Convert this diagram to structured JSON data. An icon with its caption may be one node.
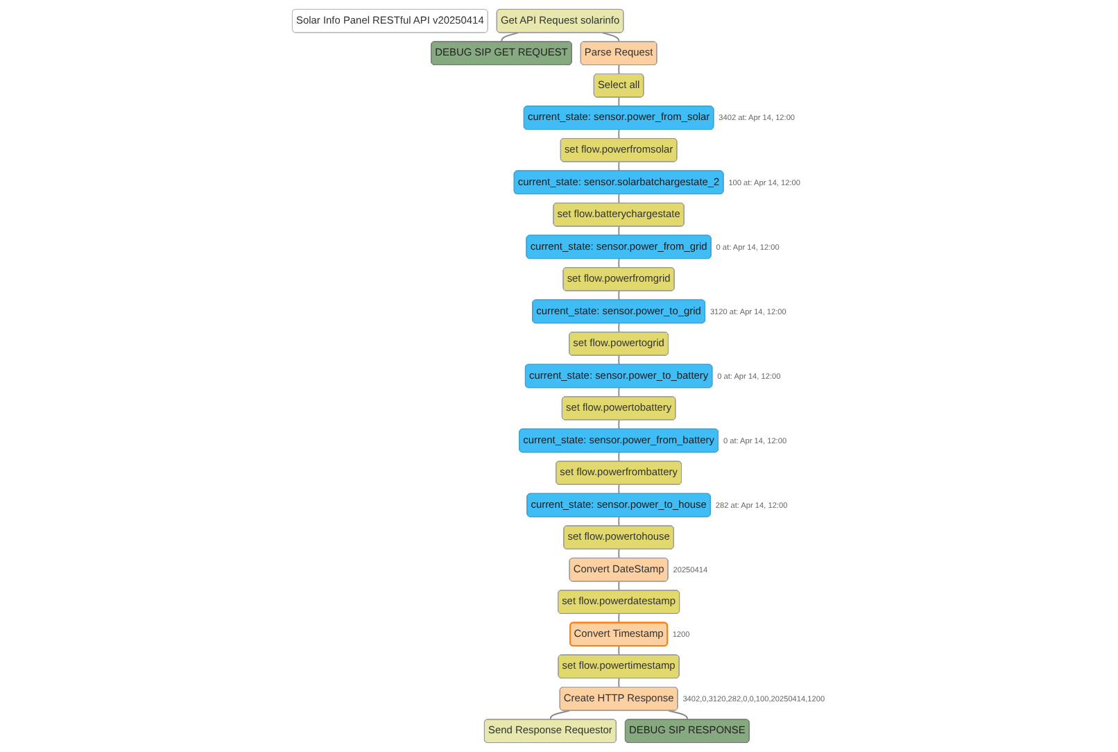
{
  "diagram": {
    "nodes": [
      {
        "text": [
          "Solar Info Panel RESTful API v20250414"
        ]
      },
      {
        "text": [
          "Get API Request solarinfo"
        ]
      },
      {
        "text": [
          "DEBUG SIP GET REQUEST"
        ]
      },
      {
        "text": [
          "Parse Request"
        ]
      },
      {
        "text": [
          "Select all"
        ]
      },
      {
        "text": [
          "current_state: sensor.power_from_solar"
        ],
        "beside": [
          "3402 at: Apr 14, 12:00"
        ]
      },
      {
        "text": [
          "set flow.powerfromsolar"
        ]
      },
      {
        "text": [
          "current_state: sensor.solarbatchargestate_2"
        ],
        "beside": [
          "100 at: Apr 14, 12:00"
        ]
      },
      {
        "text": [
          "set flow.batterychargestate"
        ]
      },
      {
        "text": [
          "current_state: sensor.power_from_grid"
        ],
        "beside": [
          "0 at: Apr 14, 12:00"
        ]
      },
      {
        "text": [
          "set flow.powerfromgrid"
        ]
      },
      {
        "text": [
          "current_state: sensor.power_to_grid"
        ],
        "beside": [
          "3120 at: Apr 14, 12:00"
        ]
      },
      {
        "text": [
          "set flow.powertogrid"
        ]
      },
      {
        "text": [
          "current_state: sensor.power_to_battery"
        ],
        "beside": [
          "0 at: Apr 14, 12:00"
        ]
      },
      {
        "text": [
          "set flow.powertobattery"
        ]
      },
      {
        "text": [
          "current_state: sensor.power_from_battery"
        ],
        "beside": [
          "0 at: Apr 14, 12:00"
        ]
      },
      {
        "text": [
          "set flow.powerfrombattery"
        ]
      },
      {
        "text": [
          "current_state: sensor.power_to_house"
        ],
        "beside": [
          "282 at: Apr 14, 12:00"
        ]
      },
      {
        "text": [
          "set flow.powertohouse"
        ]
      },
      {
        "text": [
          "Convert DateStamp"
        ],
        "beside": [
          "20250414"
        ]
      },
      {
        "text": [
          "set flow.powerdatestamp"
        ]
      },
      {
        "text": [
          "Convert Timestamp"
        ],
        "beside": [
          "1200"
        ]
      },
      {
        "text": [
          "set flow.powertimestamp"
        ]
      },
      {
        "text": [
          "Create HTTP Response"
        ],
        "beside": [
          "3402,0,3120,282,0,0,100,20250414,1200"
        ]
      },
      {
        "text": [
          "Send Response Requestor"
        ]
      },
      {
        "text": [
          "DEBUG SIP RESPONSE"
        ]
      }
    ],
    "edges": [
      {
        "from": 1,
        "to": 2,
        "arrow": "none"
      },
      {
        "from": 1,
        "to": 3,
        "arrow": "none"
      },
      {
        "from": 3,
        "to": 4,
        "arrow": "none"
      },
      {
        "from": 4,
        "to": 5,
        "arrow": "none"
      },
      {
        "from": 5,
        "to": 6,
        "arrow": "none"
      },
      {
        "from": 6,
        "to": 7,
        "arrow": "none"
      },
      {
        "from": 7,
        "to": 8,
        "arrow": "none"
      },
      {
        "from": 8,
        "to": 9,
        "arrow": "none"
      },
      {
        "from": 9,
        "to": 10,
        "arrow": "none"
      },
      {
        "from": 10,
        "to": 11,
        "arrow": "none"
      },
      {
        "from": 11,
        "to": 12,
        "arrow": "none"
      },
      {
        "from": 12,
        "to": 13,
        "arrow": "none"
      },
      {
        "from": 13,
        "to": 14,
        "arrow": "none"
      },
      {
        "from": 14,
        "to": 15,
        "arrow": "none"
      },
      {
        "from": 15,
        "to": 16,
        "arrow": "none"
      },
      {
        "from": 16,
        "to": 17,
        "arrow": "none"
      },
      {
        "from": 17,
        "to": 18,
        "arrow": "none"
      },
      {
        "from": 18,
        "to": 19,
        "arrow": "none"
      },
      {
        "from": 19,
        "to": 20,
        "arrow": "none"
      },
      {
        "from": 20,
        "to": 21,
        "arrow": "none"
      },
      {
        "from": 21,
        "to": 22,
        "arrow": "none"
      },
      {
        "from": 22,
        "to": 23,
        "arrow": "none"
      },
      {
        "from": 23,
        "to": 24,
        "arrow": "none"
      },
      {
        "from": 23,
        "to": 25,
        "arrow": "none"
      }
    ]
  }
}
